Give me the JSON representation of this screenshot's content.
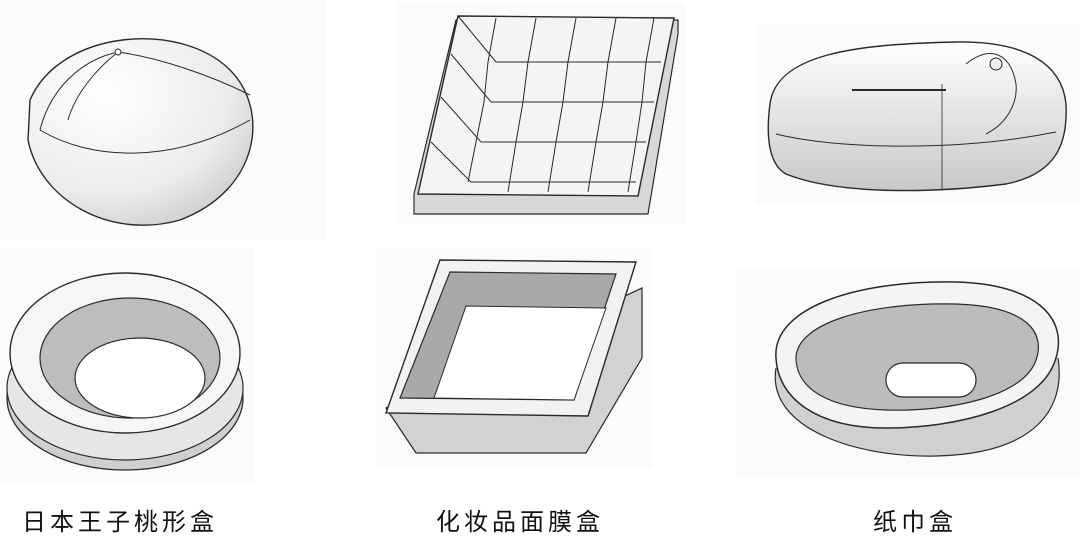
{
  "captions": {
    "col1": "日本王子桃形盒",
    "col2": "化妆品面膜盒",
    "col3": "纸巾盒"
  },
  "colors": {
    "background": "#ffffff",
    "panel": "#fbfbfb",
    "outline": "#2a2a2a",
    "shade": "#b8b8b8"
  }
}
